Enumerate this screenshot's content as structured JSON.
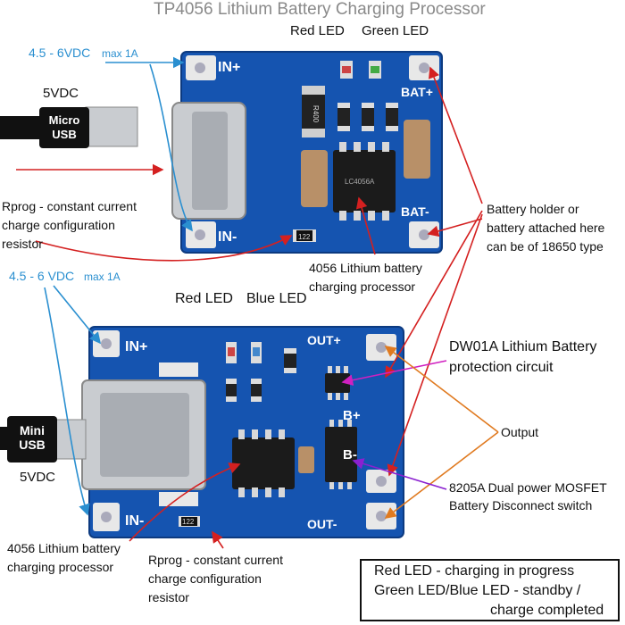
{
  "title": "TP4056 Lithium Battery Charging Processor",
  "top_board": {
    "input_label": "4.5 - 6VDC",
    "input_max": "max 1A",
    "supply": "5VDC",
    "usb_label_line1": "Micro",
    "usb_label_line2": "USB",
    "red_led": "Red LED",
    "green_led": "Green LED",
    "silk_in_plus": "IN+",
    "silk_in_minus": "IN-",
    "silk_bat_plus": "BAT+",
    "silk_bat_minus": "BAT-",
    "resistor_mark": "R400",
    "small_res_mark": "122",
    "chip_mark": "LC4056A",
    "rprog_line1": "Rprog - constant current",
    "rprog_line2": "charge configuration",
    "rprog_line3": "resistor",
    "chip_line1": "4056 Lithium battery",
    "chip_line2": "charging processor",
    "battery_line1": "Battery holder or",
    "battery_line2": "battery attached here",
    "battery_line3": "can be of 18650 type"
  },
  "bottom_board": {
    "input_label": "4.5 - 6 VDC",
    "input_max": "max 1A",
    "supply": "5VDC",
    "usb_label_line1": "Mini",
    "usb_label_line2": "USB",
    "red_led": "Red LED",
    "blue_led": "Blue LED",
    "silk_in_plus": "IN+",
    "silk_in_minus": "IN-",
    "silk_out_plus": "OUT+",
    "silk_out_minus": "OUT-",
    "silk_b_plus": "B+",
    "silk_b_minus": "B-",
    "small_res_mark": "122",
    "dw01_line1": "DW01A Lithium Battery",
    "dw01_line2": "protection circuit",
    "output": "Output",
    "mosfet_line1": "8205A Dual power MOSFET",
    "mosfet_line2": "Battery Disconnect switch",
    "chip_line1": "4056 Lithium battery",
    "chip_line2": "charging processor",
    "rprog_line1": "Rprog - constant current",
    "rprog_line2": "charge configuration",
    "rprog_line3": "resistor"
  },
  "legend": {
    "line1": "Red LED - charging in progress",
    "line2": "Green LED/Blue LED - standby /",
    "line3": "charge completed"
  },
  "colors": {
    "pcb": "#1554b0",
    "pad": "#e8e8e8",
    "blue_arrow": "#2a8fd0",
    "red_arrow": "#d42020",
    "orange_arrow": "#e07a20",
    "magenta_arrow": "#d020c0",
    "purple_arrow": "#8a20d0"
  }
}
